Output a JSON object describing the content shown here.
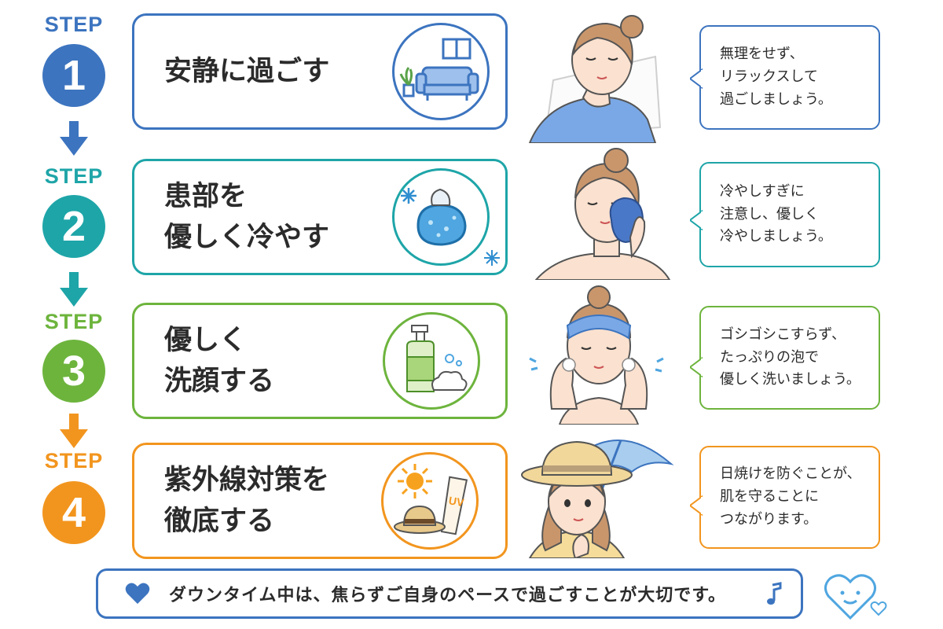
{
  "colors": {
    "step1": "#3c74bf",
    "step2": "#1ea5a8",
    "step3": "#6db43d",
    "step4": "#f2951e"
  },
  "steps": [
    {
      "label": "STEP",
      "number": "1",
      "title": "安静に過ごす",
      "bubble": "無理をせず、\nリラックスして\n過ごしましょう。"
    },
    {
      "label": "STEP",
      "number": "2",
      "title": "患部を\n優しく冷やす",
      "bubble": "冷やしすぎに\n注意し、優しく\n冷やしましょう。"
    },
    {
      "label": "STEP",
      "number": "3",
      "title": "優しく\n洗顔する",
      "bubble": "ゴシゴシこすらず、\nたっぷりの泡で\n優しく洗いましょう。"
    },
    {
      "label": "STEP",
      "number": "4",
      "title": "紫外線対策を\n徹底する",
      "bubble": "日焼けを防ぐことが、\n肌を守ることに\nつながります。"
    }
  ],
  "footer": {
    "message": "ダウンタイム中は、焦らずご自身のペースで過ごすことが大切です。",
    "note_icon": "music-note-icon",
    "heart_icon": "heart-icon"
  },
  "icons": [
    "sofa-icon",
    "ice-bag-icon",
    "foam-pump-bottle-icon",
    "sun-hat-sunscreen-icon",
    "smiling-heart-icon"
  ],
  "uv_label": "UV"
}
